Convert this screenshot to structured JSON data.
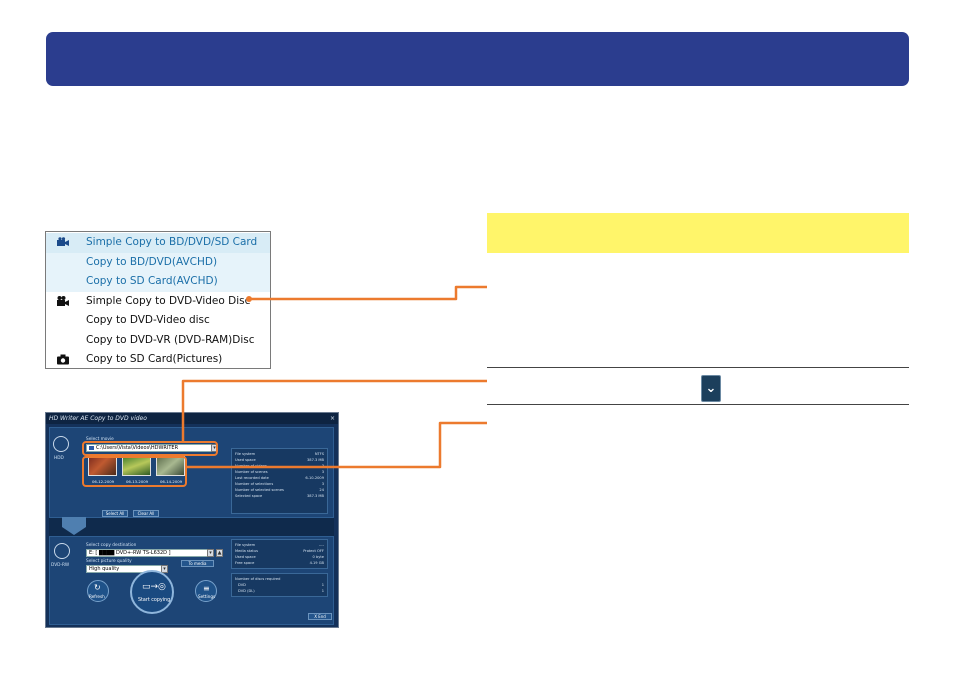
{
  "menu": {
    "items": [
      {
        "label": "Simple Copy to BD/DVD/SD Card",
        "icon": "video-camera-icon",
        "style": "highlight"
      },
      {
        "label": "Copy to BD/DVD(AVCHD)",
        "icon": "",
        "style": "highlight-light"
      },
      {
        "label": "Copy to SD Card(AVCHD)",
        "icon": "",
        "style": "highlight-light"
      },
      {
        "label": "Simple Copy to DVD-Video Disc",
        "icon": "film-camera-icon",
        "style": "normal"
      },
      {
        "label": "Copy to DVD-Video disc",
        "icon": "",
        "style": "normal"
      },
      {
        "label": "Copy to DVD-VR (DVD-RAM)Disc",
        "icon": "",
        "style": "normal"
      },
      {
        "label": "Copy to SD Card(Pictures)",
        "icon": "camera-icon",
        "style": "normal"
      }
    ]
  },
  "app": {
    "title": "HD Writer AE   Copy to DVD video",
    "close": "×",
    "source": {
      "section_label": "Select movie",
      "drive_label": "HDD",
      "path": "C:\\Users\\Vista\\Videos\\HDWRITER",
      "thumb_dates": [
        "06-12-2009",
        "06-13-2009",
        "06-14-2009"
      ],
      "select_all": "Select All",
      "clear_all": "Clear All",
      "info": [
        {
          "label": "File system",
          "value": "NTFS"
        },
        {
          "label": "Used space",
          "value": "387.3 MB"
        },
        {
          "label": "Number of videos",
          "value": "3"
        },
        {
          "label": "Number of scenes",
          "value": "3"
        },
        {
          "label": "Last recorded date",
          "value": "6-10-2009"
        },
        {
          "label": "Number of selections",
          "value": "3"
        },
        {
          "label": "Number of selected scenes",
          "value": "24"
        },
        {
          "label": "Selected space",
          "value": "387.3 MB"
        }
      ]
    },
    "destination": {
      "section_label": "Select copy destination",
      "drive_label": "DVD-RW",
      "drive_value": "E: [ ████ DVD+-RW TS-L632D ]",
      "quality_label": "Select picture quality",
      "quality_value": "High quality",
      "format_button": "To media",
      "info": [
        {
          "label": "File system",
          "value": "----"
        },
        {
          "label": "Media status",
          "value": "Protect OFF"
        },
        {
          "label": "Used space",
          "value": "0 byte"
        },
        {
          "label": "Free space",
          "value": "4.19 GB"
        }
      ],
      "discs_required": "Number of discs required",
      "discs": [
        {
          "label": "DVD",
          "value": "1"
        },
        {
          "label": "DVD (DL)",
          "value": "1"
        }
      ]
    },
    "buttons": {
      "refresh": "Refresh",
      "start": "Start copying",
      "settings": "Settings",
      "end": "X   End"
    }
  },
  "colors": {
    "header": "#2b3d8e",
    "accent": "#ec7a2e",
    "yellow": "#fff56a"
  }
}
